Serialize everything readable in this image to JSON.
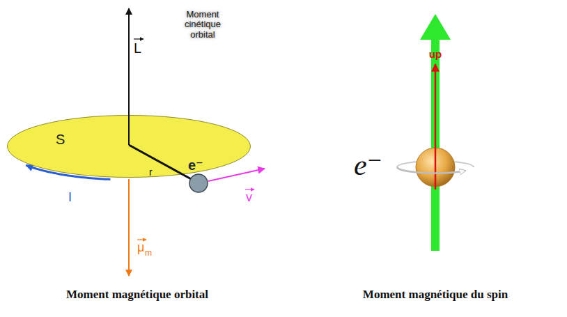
{
  "diagram": {
    "nodes": [
      {
        "text": [
          "S"
        ]
      }
    ],
    "labels": [
      "Moment cinétique orbital",
      "L",
      "r",
      "e⁻",
      "I",
      "v",
      "μ",
      "m",
      "e⁻",
      "up",
      "Moment magnétique orbital",
      "Moment magnétique du spin"
    ]
  }
}
